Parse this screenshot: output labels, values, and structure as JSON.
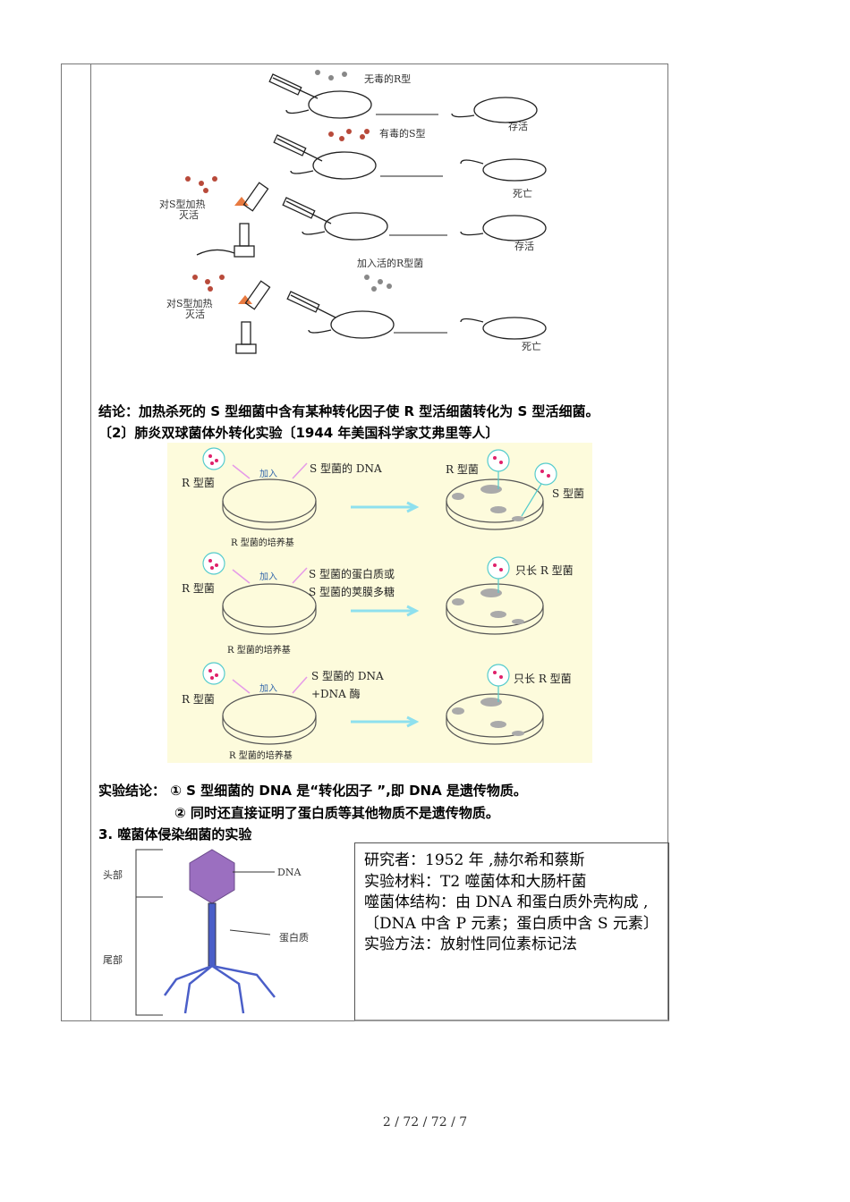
{
  "griffith_figure": {
    "label_r_nontoxic": "无毒的R型",
    "label_survive_1": "存活",
    "label_s_toxic": "有毒的S型",
    "label_death_1": "死亡",
    "label_heat_kill_1a": "对S型加热",
    "label_heat_kill_1b": "灭活",
    "label_survive_2": "存活",
    "label_add_live_r": "加入活的R型菌",
    "label_heat_kill_2a": "对S型加热",
    "label_heat_kill_2b": "灭活",
    "label_death_2": "死亡"
  },
  "conclusion_1": "结论：加热杀死的 S 型细菌中含有某种转化因子使 R 型活细菌转化为 S 型活细菌。",
  "section_2_title": "〔2〕肺炎双球菌体外转化实验〔1944 年美国科学家艾弗里等人〕",
  "avery_figure": {
    "rows": [
      {
        "r_label": "R 型菌",
        "add_label": "加入",
        "added_a": "S 型菌的 DNA",
        "added_b": "",
        "medium": "R 型菌的培养基",
        "result_a": "R 型菌",
        "result_b": "S 型菌"
      },
      {
        "r_label": "R 型菌",
        "add_label": "加入",
        "added_a": "S 型菌的蛋白质或",
        "added_b": "S 型菌的荚膜多糖",
        "medium": "R 型菌的培养基",
        "result_a": "只长 R 型菌",
        "result_b": ""
      },
      {
        "r_label": "R 型菌",
        "add_label": "加入",
        "added_a": "S 型菌的 DNA",
        "added_b": "+DNA 酶",
        "medium": "R 型菌的培养基",
        "result_a": "只长 R 型菌",
        "result_b": ""
      }
    ]
  },
  "experiment_conclusion_1": "实验结论：  ① S 型细菌的 DNA 是“转化因子 ”,即 DNA 是遗传物质。",
  "experiment_conclusion_2": "② 同时还直接证明了蛋白质等其他物质不是遗传物质。",
  "section_3_title": "3.  噬菌体侵染细菌的实验",
  "phage_figure": {
    "head": "头部",
    "tail": "尾部",
    "dna": "DNA",
    "protein": "蛋白质"
  },
  "info_box": {
    "researcher": "研究者：1952 年 ,赫尔希和蔡斯",
    "materials": "实验材料：T2 噬菌体和大肠杆菌",
    "structure": "噬菌体结构：由 DNA 和蛋白质外壳构成 ,〔DNA 中含 P 元素；蛋白质中含 S 元素〕",
    "method": "实验方法：放射性同位素标记法"
  },
  "footer": "2 / 72 / 72 / 7"
}
